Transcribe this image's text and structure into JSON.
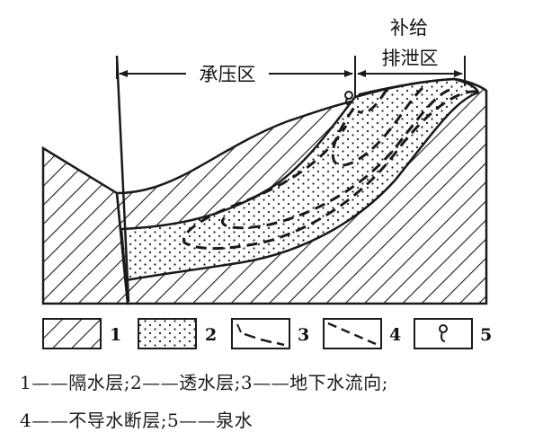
{
  "zones": {
    "confined": "承压区",
    "recharge": "补给",
    "discharge": "排泄区"
  },
  "legend": [
    {
      "num": "1",
      "icon": "aquiclude-hatch-icon"
    },
    {
      "num": "2",
      "icon": "aquifer-dots-icon"
    },
    {
      "num": "3",
      "icon": "flow-direction-icon"
    },
    {
      "num": "4",
      "icon": "impermeable-fault-icon"
    },
    {
      "num": "5",
      "icon": "spring-icon"
    }
  ],
  "caption": {
    "line1": "1——隔水层;2——透水层;3——地下水流向;",
    "line2": "4——不导水断层;5——泉水"
  }
}
